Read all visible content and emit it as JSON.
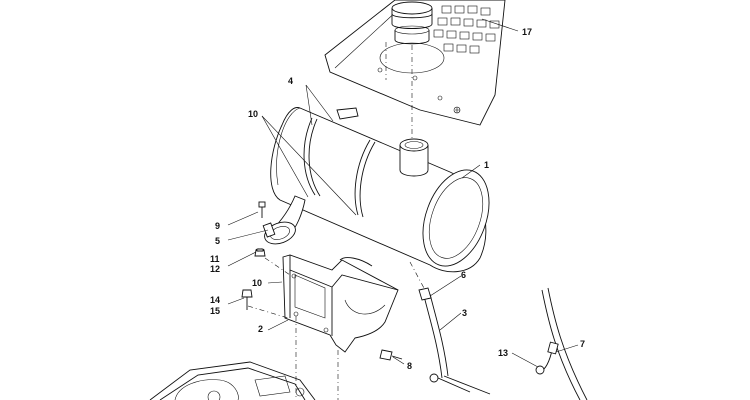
{
  "callouts": [
    {
      "id": "c17",
      "text": "17"
    },
    {
      "id": "c4",
      "text": "4"
    },
    {
      "id": "c10a",
      "text": "10"
    },
    {
      "id": "c1",
      "text": "1"
    },
    {
      "id": "c9",
      "text": "9"
    },
    {
      "id": "c5",
      "text": "5"
    },
    {
      "id": "c11",
      "text": "11"
    },
    {
      "id": "c12",
      "text": "12"
    },
    {
      "id": "c10b",
      "text": "10"
    },
    {
      "id": "c6",
      "text": "6"
    },
    {
      "id": "c14",
      "text": "14"
    },
    {
      "id": "c15",
      "text": "15"
    },
    {
      "id": "c3",
      "text": "3"
    },
    {
      "id": "c2",
      "text": "2"
    },
    {
      "id": "c13",
      "text": "13"
    },
    {
      "id": "c7",
      "text": "7"
    },
    {
      "id": "c8",
      "text": "8"
    }
  ]
}
